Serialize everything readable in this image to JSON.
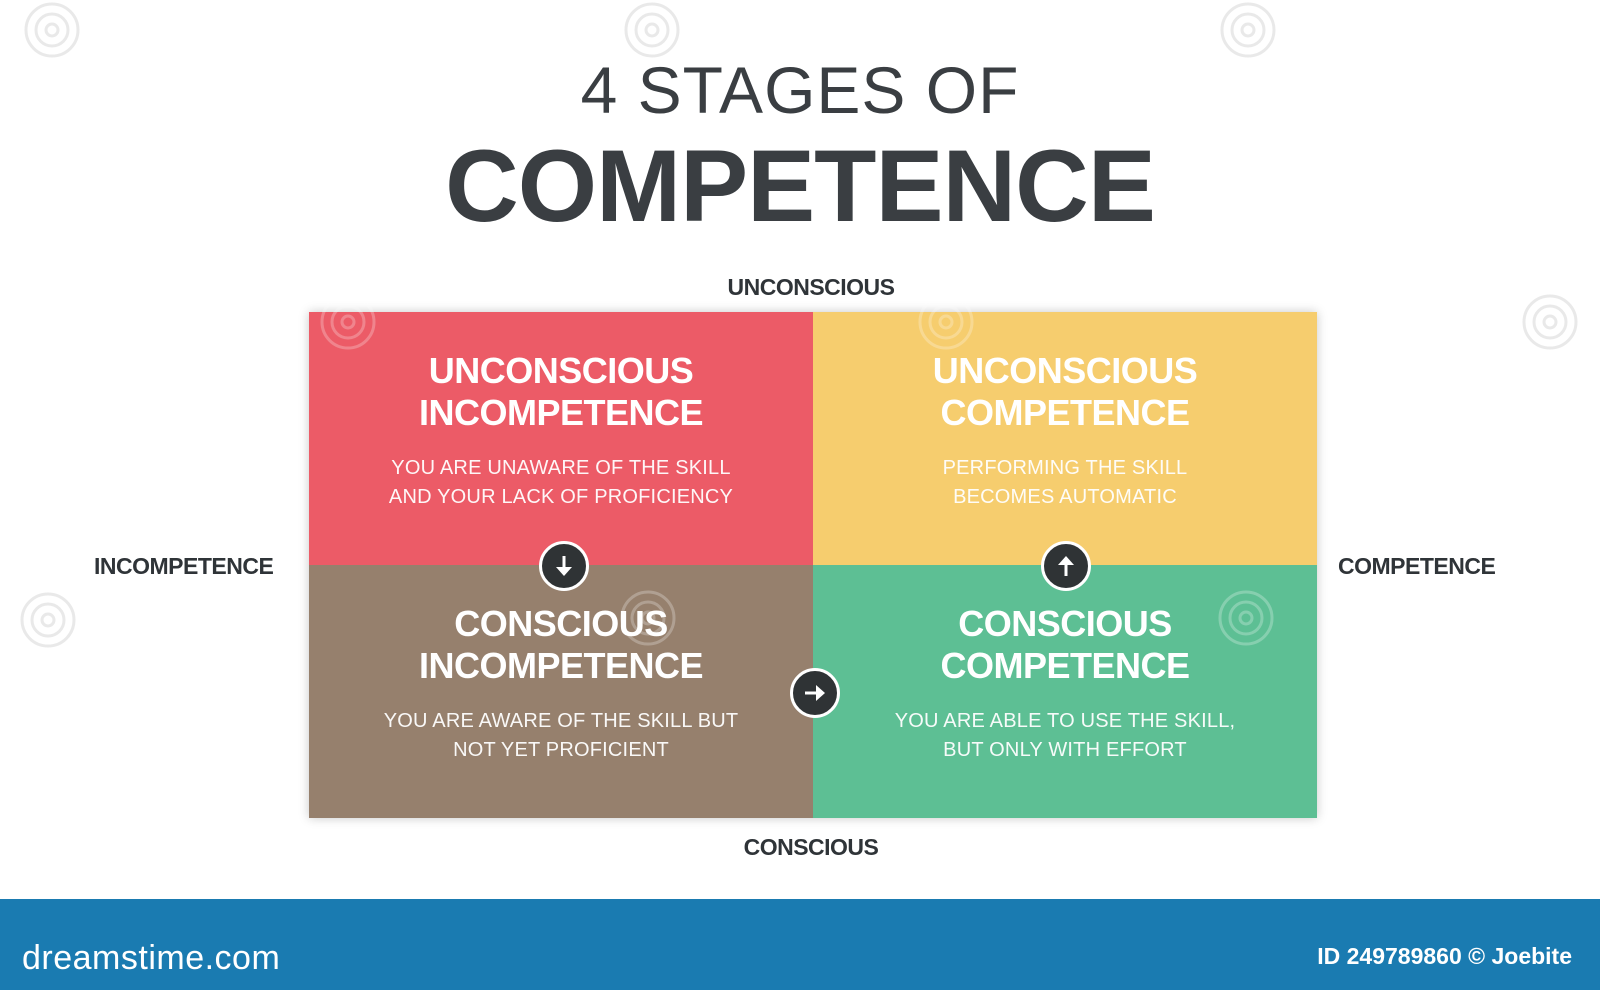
{
  "title": {
    "line1": "4 STAGES OF",
    "line2": "COMPETENCE"
  },
  "axes": {
    "top": "UNCONSCIOUS",
    "bottom": "CONSCIOUS",
    "left": "INCOMPETENCE",
    "right": "COMPETENCE"
  },
  "quadrants": [
    {
      "title_line1": "UNCONSCIOUS",
      "title_line2": "INCOMPETENCE",
      "desc_line1": "YOU ARE UNAWARE OF THE SKILL",
      "desc_line2": "AND YOUR LACK OF PROFICIENCY",
      "color": "#ec5b67"
    },
    {
      "title_line1": "UNCONSCIOUS",
      "title_line2": "COMPETENCE",
      "desc_line1": "PERFORMING THE SKILL",
      "desc_line2": "BECOMES AUTOMATIC",
      "color": "#f6cd6e"
    },
    {
      "title_line1": "CONSCIOUS",
      "title_line2": "INCOMPETENCE",
      "desc_line1": "YOU ARE AWARE OF THE SKILL BUT",
      "desc_line2": "NOT YET PROFICIENT",
      "color": "#96806d"
    },
    {
      "title_line1": "CONSCIOUS",
      "title_line2": "COMPETENCE",
      "desc_line1": "YOU ARE ABLE TO USE THE SKILL,",
      "desc_line2": "BUT ONLY WITH EFFORT",
      "color": "#5dbf94"
    }
  ],
  "arrows": {
    "down": "arrow-down-icon",
    "right": "arrow-right-icon",
    "up": "arrow-up-icon"
  },
  "footer": {
    "brand": "dreamstime.com",
    "credit": "ID 249789860 © Joebite",
    "color": "#1a7bb1"
  }
}
